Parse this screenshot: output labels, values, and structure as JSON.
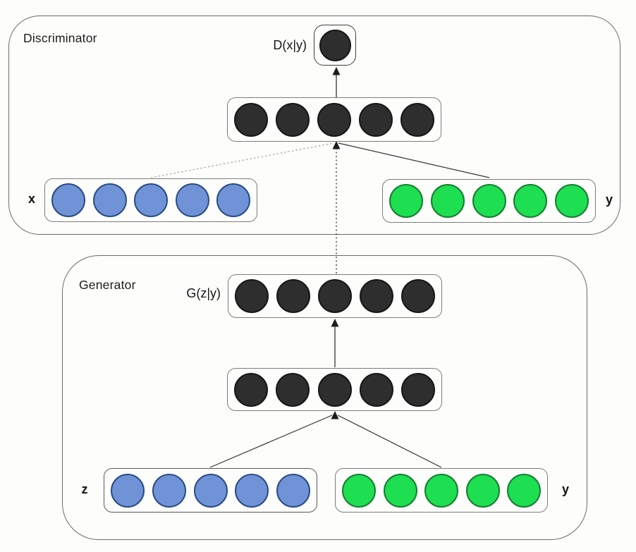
{
  "diagram": {
    "discriminator": {
      "title": "Discriminator",
      "output_label": "D(x|y)",
      "input_x_label": "x",
      "input_y_label": "y"
    },
    "generator": {
      "title": "Generator",
      "output_label": "G(z|y)",
      "input_z_label": "z",
      "input_y_label": "y"
    },
    "layers": {
      "nodes_per_layer": 5,
      "output_nodes": 1
    },
    "colors": {
      "background": "#fdfdfb",
      "dark_node_fill": "#2e2e2e",
      "dark_node_border": "#171717",
      "blue_node_fill": "#7093d8",
      "blue_node_border": "#2a4c85",
      "green_node_fill": "#1ede51",
      "green_node_border": "#157f31",
      "container_border": "#6b6b6b",
      "layer_border": "#7d7d7d",
      "connector": "#343434",
      "connector_faint": "#ada99f"
    }
  }
}
